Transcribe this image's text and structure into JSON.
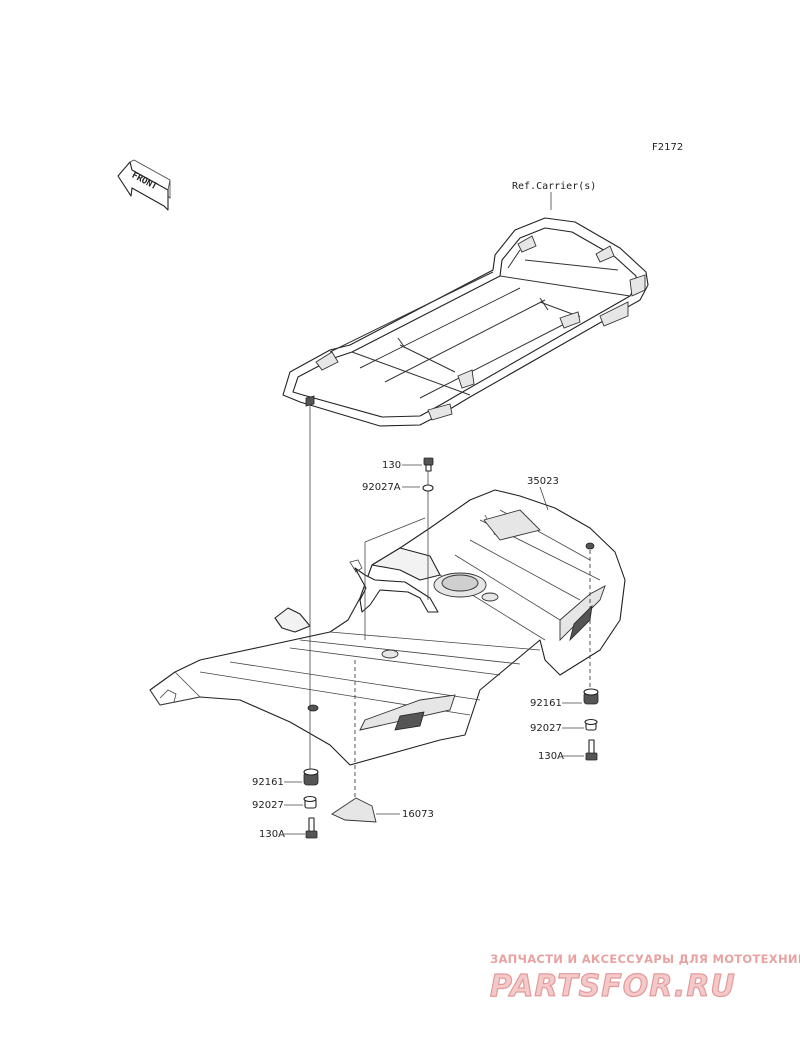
{
  "diagram": {
    "figure_code": "F2172",
    "front_label": "FRONT",
    "reference_label": "Ref.Carrier(s)",
    "parts": {
      "p130": "130",
      "p92027A": "92027A",
      "p35023": "35023",
      "p92161_right": "92161",
      "p92027_right": "92027",
      "p130A_right": "130A",
      "p92161_left": "92161",
      "p92027_left": "92027",
      "p130A_left": "130A",
      "p16073": "16073"
    }
  },
  "watermark": {
    "tagline": "ЗАПЧАСТИ И АКСЕССУАРЫ ДЛЯ МОТОТЕХНИКИ",
    "brand": "PARTSFOR.RU"
  }
}
